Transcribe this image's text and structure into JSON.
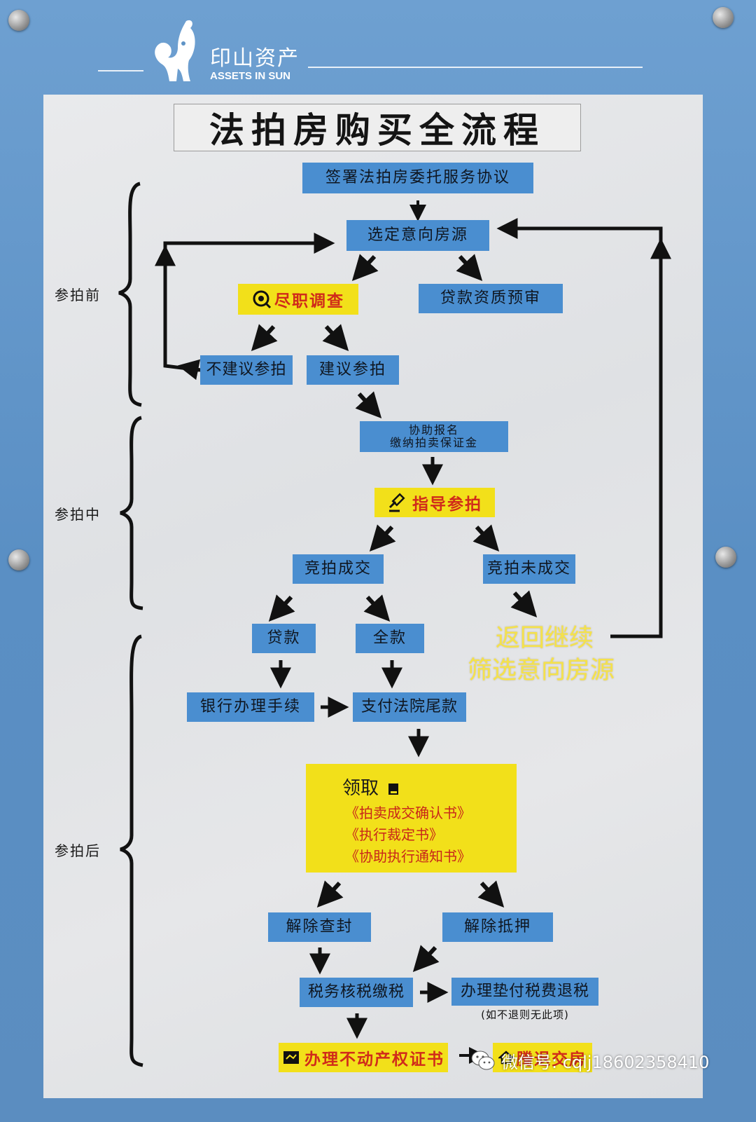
{
  "brand": {
    "name_cn": "印山资产",
    "name_en": "ASSETS IN SUN"
  },
  "title": "法拍房购买全流程",
  "stages": {
    "before": "参拍前",
    "during": "参拍中",
    "after": "参拍后"
  },
  "steps": {
    "sign_agreement": "签署法拍房委托服务协议",
    "select_property": "选定意向房源",
    "due_diligence": "尽职调查",
    "loan_precheck": "贷款资质预审",
    "not_recommended": "不建议参拍",
    "recommended": "建议参拍",
    "assist_register_line1": "协助报名",
    "assist_register_line2": "缴纳拍卖保证金",
    "guide_bidding": "指导参拍",
    "bid_success": "竞拍成交",
    "bid_fail": "竞拍未成交",
    "loan": "贷款",
    "full_payment": "全款",
    "bank_procedures": "银行办理手续",
    "pay_court_balance": "支付法院尾款",
    "release_seal": "解除查封",
    "release_mortgage": "解除抵押",
    "tax_payment": "税务核税缴税",
    "tax_refund": "办理垫付税费退税",
    "tax_refund_note": "(如不退则无此项)",
    "property_certificate": "办理不动产权证书",
    "handover": "腾退交房"
  },
  "documents": {
    "heading": "领取",
    "items": [
      "《拍卖成交确认书》",
      "《执行裁定书》",
      "《协助执行通知书》"
    ]
  },
  "return_note": {
    "line1": "返回继续",
    "line2": "筛选意向房源"
  },
  "watermark": {
    "label": "微信号: cqlj18602358410"
  },
  "colors": {
    "frame_blue": "#5f93c6",
    "box_blue": "#4a8ed0",
    "highlight_yellow": "#f2e01a",
    "highlight_red": "#d02b1a",
    "return_text": "#f5e24a"
  }
}
